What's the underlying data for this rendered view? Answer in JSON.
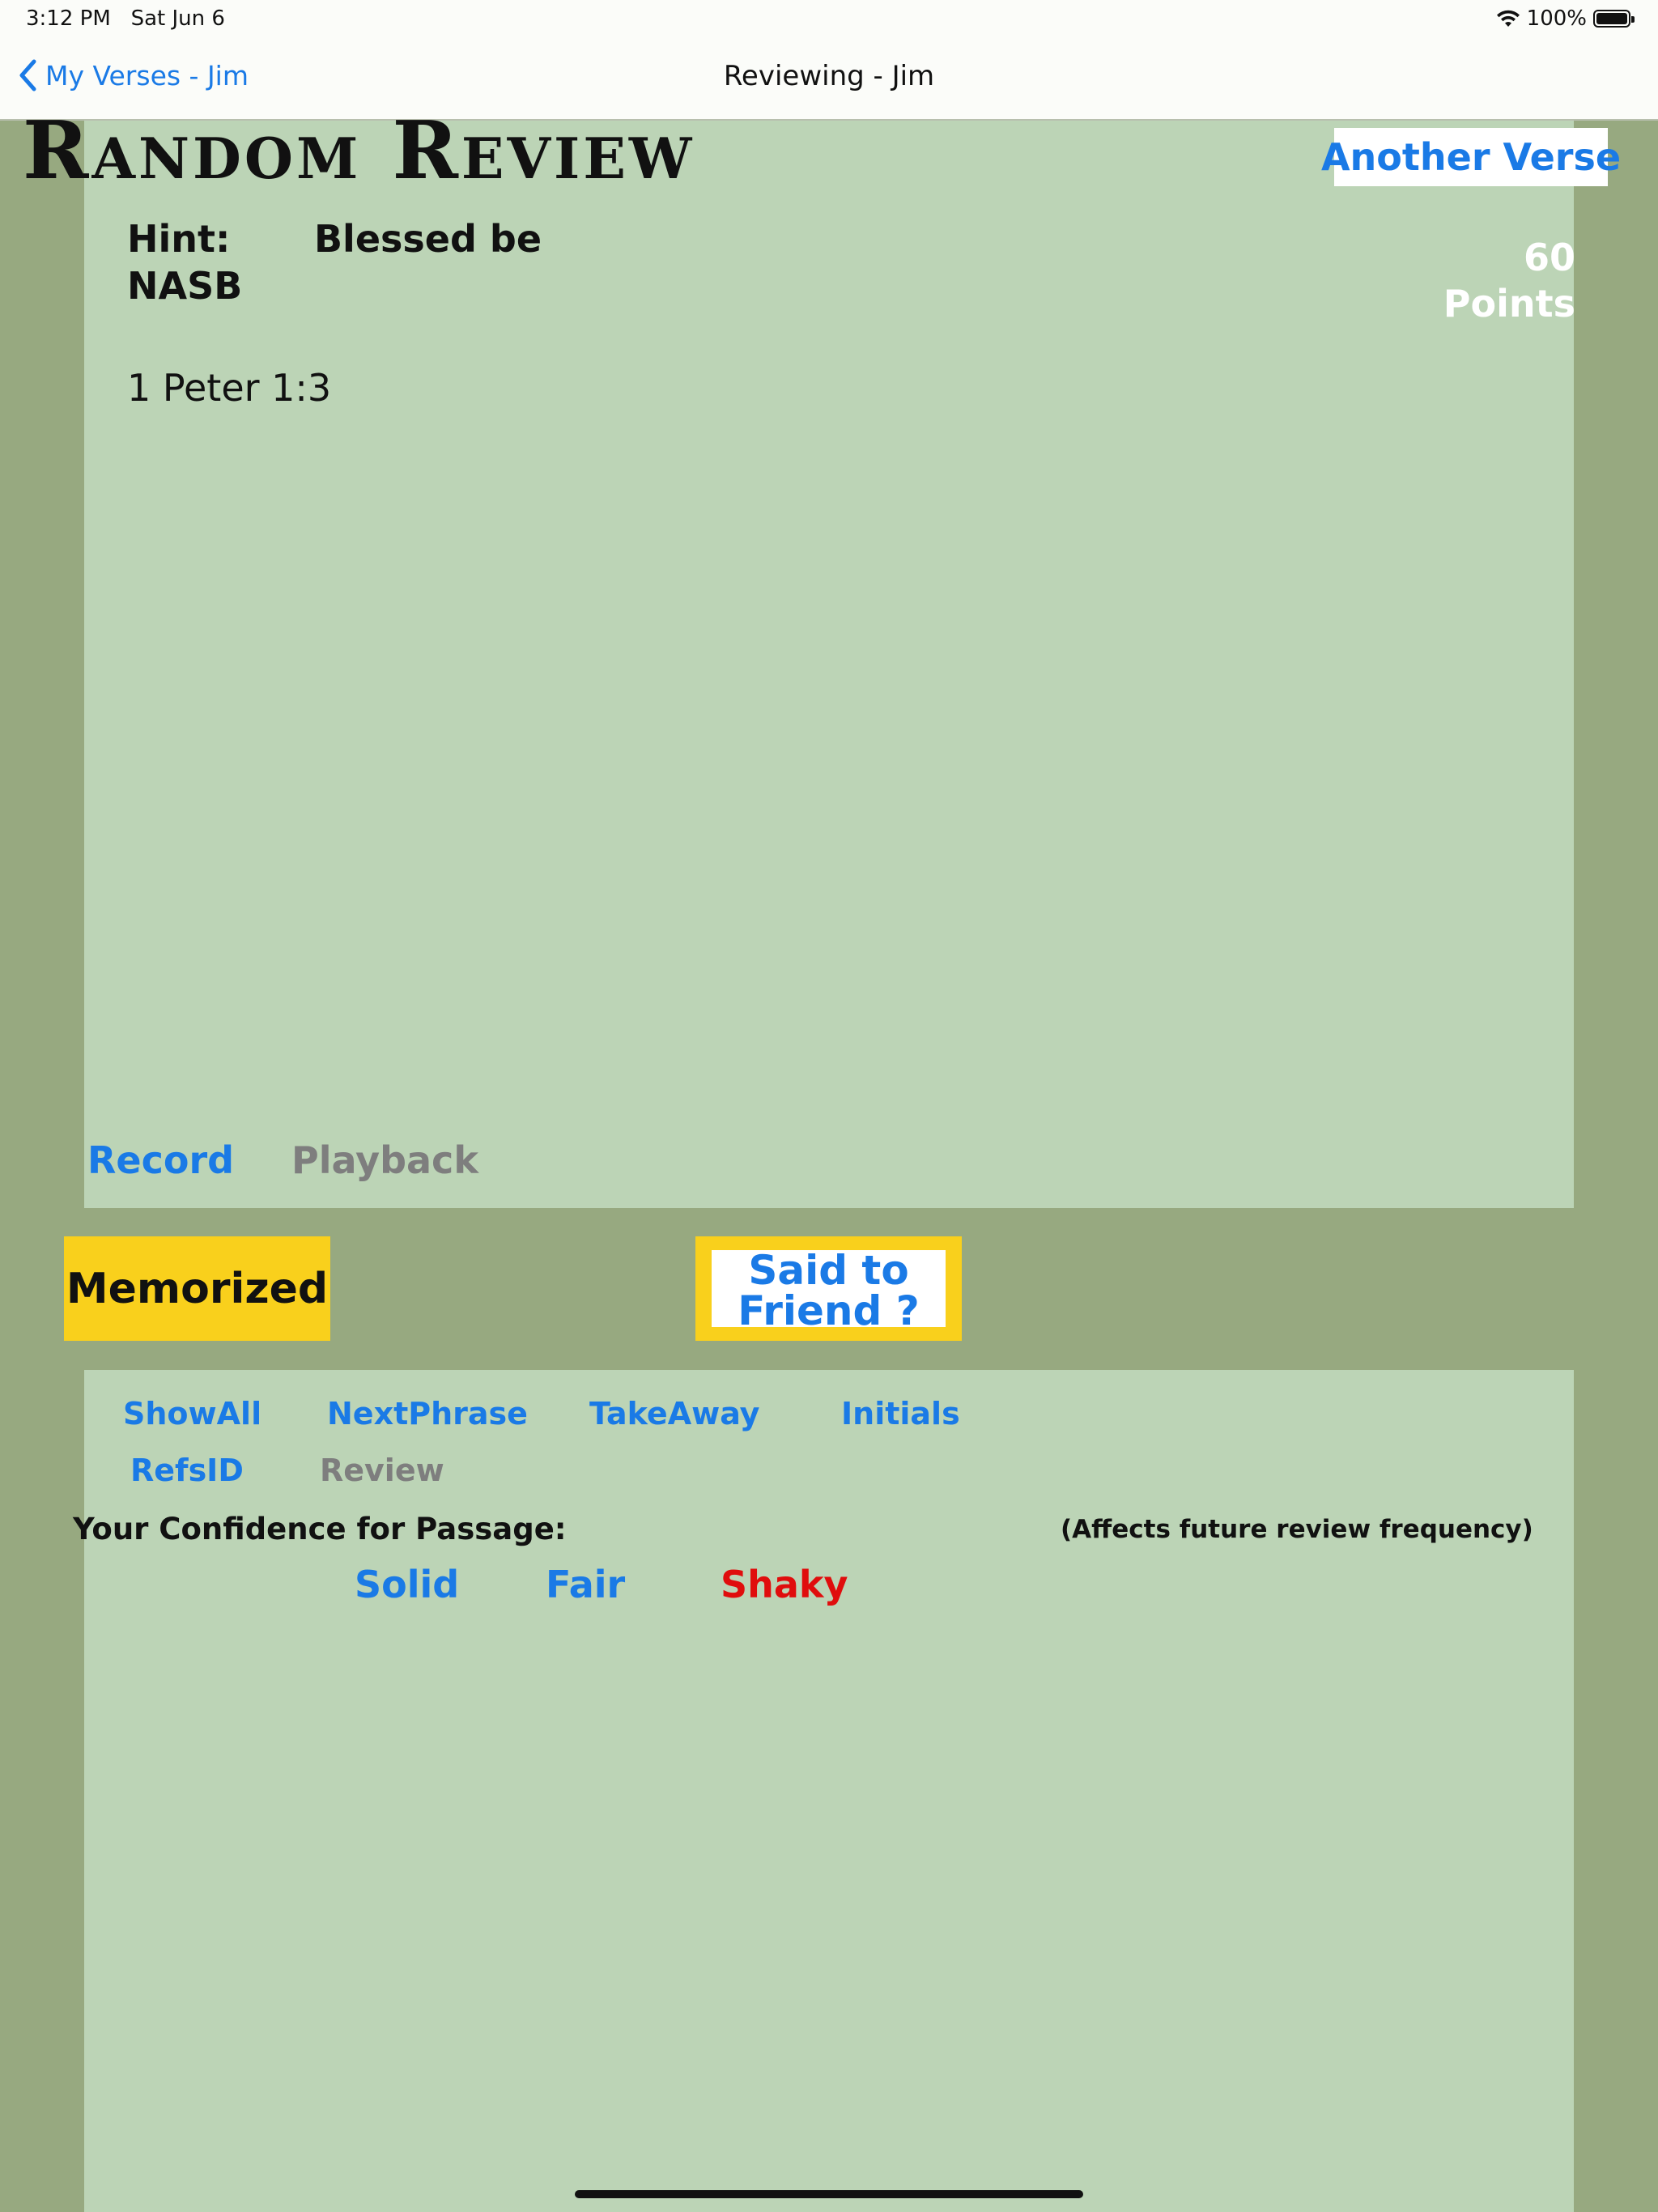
{
  "status_bar": {
    "time": "3:12 PM",
    "date": "Sat Jun 6",
    "battery": "100%"
  },
  "nav": {
    "back_label": "My Verses - Jim",
    "title": "Reviewing - Jim"
  },
  "heading": "Random Review",
  "another_verse_label": "Another Verse",
  "points": {
    "value": "60",
    "label": "Points"
  },
  "hint": {
    "label": "Hint:",
    "text": "Blessed be",
    "version": "NASB"
  },
  "reference": "1 Peter 1:3",
  "audio": {
    "record": "Record",
    "playback": "Playback"
  },
  "memorized_label": "Memorized",
  "said_to_friend": {
    "line1": "Said to",
    "line2": "Friend ?"
  },
  "tools": {
    "show_all": "ShowAll",
    "next_phrase": "NextPhrase",
    "take_away": "TakeAway",
    "initials": "Initials",
    "refs_id": "RefsID",
    "review": "Review"
  },
  "confidence": {
    "label": "Your Confidence for Passage:",
    "note": "(Affects future review frequency)",
    "solid": "Solid",
    "fair": "Fair",
    "shaky": "Shaky"
  },
  "colors": {
    "link": "#1a7ae6",
    "disabled": "#7e7e7e",
    "shaky": "#e00d0d",
    "button_yellow": "#f9d01c",
    "panel": "#bcd4b6",
    "background": "#97a980"
  }
}
